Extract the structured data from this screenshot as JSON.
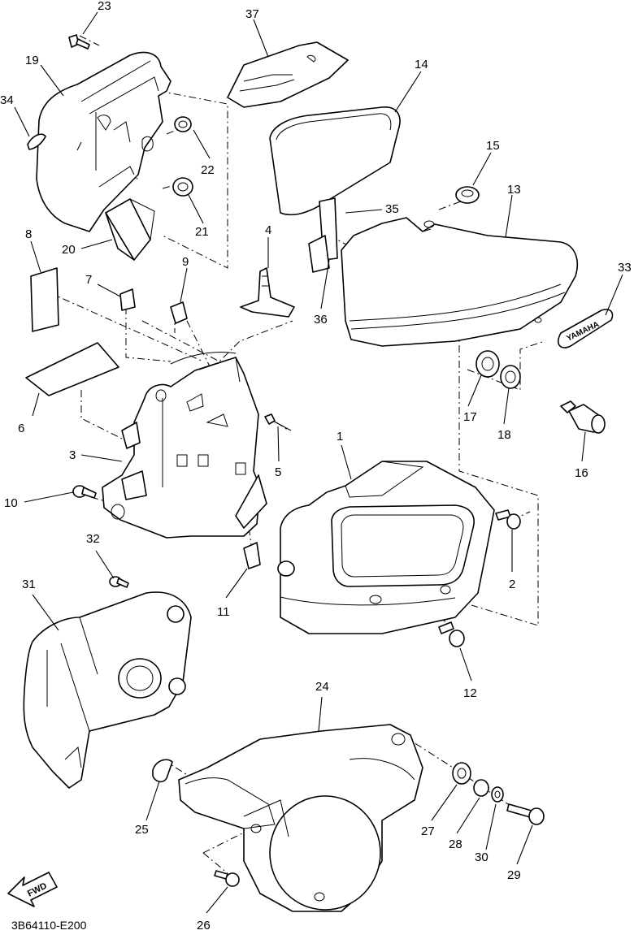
{
  "diagram": {
    "code": "3B64110-E200",
    "fwd_label": "FWD",
    "emblem_text": "YAMAHA",
    "callouts": [
      "1",
      "2",
      "3",
      "4",
      "5",
      "6",
      "7",
      "8",
      "9",
      "10",
      "11",
      "12",
      "13",
      "14",
      "15",
      "16",
      "17",
      "18",
      "19",
      "20",
      "21",
      "22",
      "23",
      "24",
      "25",
      "26",
      "27",
      "28",
      "29",
      "30",
      "31",
      "32",
      "33",
      "34",
      "35",
      "36",
      "37"
    ]
  }
}
